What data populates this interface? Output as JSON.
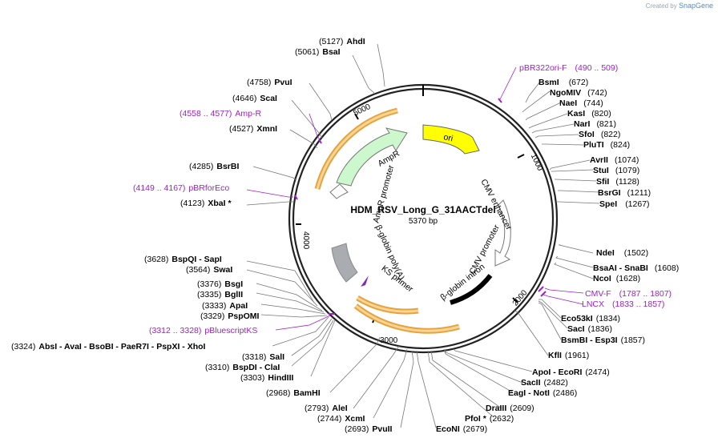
{
  "brand": {
    "prefix": "Created by",
    "name": "SnapGene"
  },
  "plasmid": {
    "name": "HDM_RSV_Long_G_31AACTdel",
    "size": "5370 bp"
  },
  "ticks": [
    "1000",
    "2000",
    "3000",
    "4000",
    "5000"
  ],
  "features": [
    "ori",
    "AmpR",
    "AmpR promoter",
    "CMV enhancer",
    "CMV promoter",
    "β-globin intron",
    "β-globin poly(A)",
    "KS primer"
  ],
  "labels": [
    {
      "pos": "(5127)",
      "name": "AhdI"
    },
    {
      "pos": "(5061)",
      "name": "BsaI"
    },
    {
      "pos": "(4758)",
      "name": "PvuI"
    },
    {
      "pos": "(4646)",
      "name": "ScaI"
    },
    {
      "pos": "(4558 .. 4577)",
      "name": "Amp-R",
      "primer": true
    },
    {
      "pos": "(4527)",
      "name": "XmnI"
    },
    {
      "pos": "(4285)",
      "name": "BsrBI"
    },
    {
      "pos": "(4149 .. 4167)",
      "name": "pBRforEco",
      "primer": true
    },
    {
      "pos": "(4123)",
      "name": "XbaI *"
    },
    {
      "pos": "(3628)",
      "name": "BspQI - SapI"
    },
    {
      "pos": "(3564)",
      "name": "SwaI"
    },
    {
      "pos": "(3376)",
      "name": "BsgI"
    },
    {
      "pos": "(3335)",
      "name": "BglII"
    },
    {
      "pos": "(3333)",
      "name": "ApaI"
    },
    {
      "pos": "(3329)",
      "name": "PspOMI"
    },
    {
      "pos": "(3312 .. 3328)",
      "name": "pBluescriptKS",
      "primer": true
    },
    {
      "pos": "(3324)",
      "name": "AbsI - AvaI - BsoBI - PaeR7I - PspXI - XhoI"
    },
    {
      "pos": "(3318)",
      "name": "SalI"
    },
    {
      "pos": "(3310)",
      "name": "BspDI - ClaI"
    },
    {
      "pos": "(3303)",
      "name": "HindIII"
    },
    {
      "pos": "(2968)",
      "name": "BamHI"
    },
    {
      "pos": "(2793)",
      "name": "AleI"
    },
    {
      "pos": "(2744)",
      "name": "XcmI"
    },
    {
      "pos": "(2693)",
      "name": "PvuII"
    },
    {
      "pos": "(2679)",
      "name": "EcoNI"
    },
    {
      "pos": "(2632)",
      "name": "PfoI *"
    },
    {
      "pos": "(2609)",
      "name": "DraIII"
    },
    {
      "pos": "(2486)",
      "name": "EagI - NotI"
    },
    {
      "pos": "(2482)",
      "name": "SacII"
    },
    {
      "pos": "(2474)",
      "name": "ApoI - EcoRI"
    },
    {
      "pos": "(1961)",
      "name": "KflI"
    },
    {
      "pos": "(1857)",
      "name": "BsmBI - Esp3I"
    },
    {
      "pos": "(1836)",
      "name": "SacI"
    },
    {
      "pos": "(1834)",
      "name": "Eco53kI"
    },
    {
      "pos": "(1833 .. 1857)",
      "name": "LNCX",
      "primer": true
    },
    {
      "pos": "(1787 .. 1807)",
      "name": "CMV-F",
      "primer": true
    },
    {
      "pos": "(1628)",
      "name": "NcoI"
    },
    {
      "pos": "(1608)",
      "name": "BsaAI - SnaBI"
    },
    {
      "pos": "(1502)",
      "name": "NdeI"
    },
    {
      "pos": "(1267)",
      "name": "SpeI"
    },
    {
      "pos": "(1211)",
      "name": "BsrGI"
    },
    {
      "pos": "(1128)",
      "name": "SfiI"
    },
    {
      "pos": "(1079)",
      "name": "StuI"
    },
    {
      "pos": "(1074)",
      "name": "AvrII"
    },
    {
      "pos": "(824)",
      "name": "PluTI"
    },
    {
      "pos": "(822)",
      "name": "SfoI"
    },
    {
      "pos": "(821)",
      "name": "NarI"
    },
    {
      "pos": "(820)",
      "name": "KasI"
    },
    {
      "pos": "(744)",
      "name": "NaeI"
    },
    {
      "pos": "(742)",
      "name": "NgoMIV"
    },
    {
      "pos": "(672)",
      "name": "BsmI"
    },
    {
      "pos": "(490 .. 509)",
      "name": "pBR322ori-F",
      "primer": true
    }
  ]
}
